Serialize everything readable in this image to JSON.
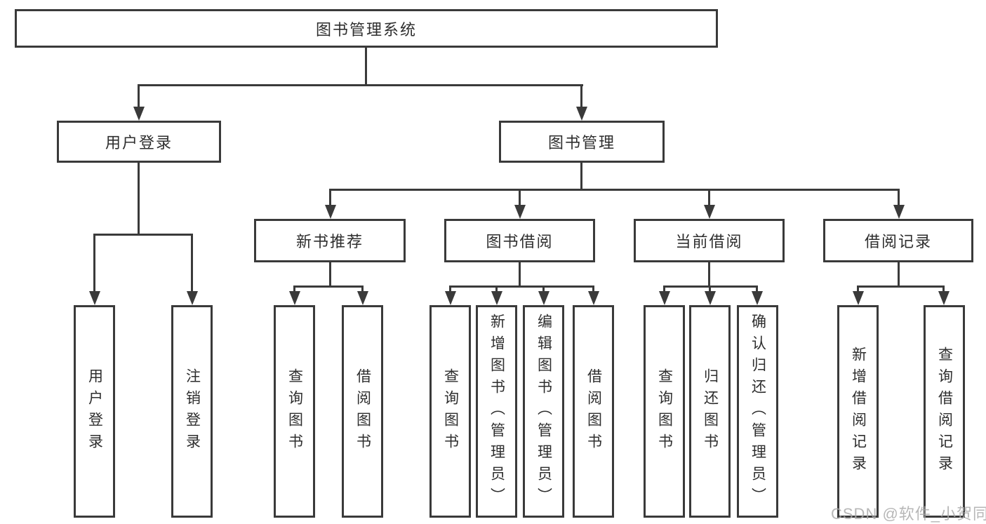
{
  "colors": {
    "line": "#3a3a3a",
    "text": "#2e2e2e",
    "box_background": "#ffffff",
    "watermark": "#aaaaaa"
  },
  "diagram": {
    "root": {
      "label": "图书管理系统"
    },
    "level2": {
      "user_login": {
        "label": "用户登录"
      },
      "book_management": {
        "label": "图书管理"
      }
    },
    "level3": {
      "new_book_recommend": {
        "label": "新书推荐"
      },
      "book_borrow": {
        "label": "图书借阅"
      },
      "current_borrow": {
        "label": "当前借阅"
      },
      "borrow_records": {
        "label": "借阅记录"
      }
    },
    "leaves": {
      "user_login_leaf": {
        "label": "用户登录"
      },
      "logout_leaf": {
        "label": "注销登录"
      },
      "rec_query_books": {
        "label": "查询图书"
      },
      "rec_borrow_books": {
        "label": "借阅图书"
      },
      "bb_query_books": {
        "label": "查询图书"
      },
      "bb_add_books_admin": {
        "label": "新增图书（管理员）"
      },
      "bb_edit_books_admin": {
        "label": "编辑图书（管理员）"
      },
      "bb_borrow_books": {
        "label": "借阅图书"
      },
      "cb_query_books": {
        "label": "查询图书"
      },
      "cb_return_books": {
        "label": "归还图书"
      },
      "cb_confirm_return_admin": {
        "label": "确认归还（管理员）"
      },
      "br_add_record": {
        "label": "新增借阅记录"
      },
      "br_query_record": {
        "label": "查询借阅记录"
      }
    }
  },
  "watermark": {
    "text": "CSDN @软件_小贺同学"
  }
}
